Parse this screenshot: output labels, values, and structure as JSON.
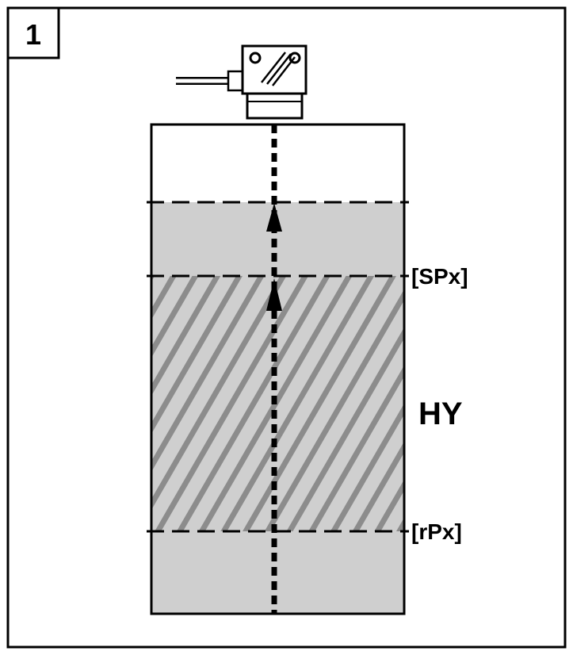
{
  "figure_number": "1",
  "labels": {
    "setpoint": "[SPx]",
    "resetpoint": "[rPx]",
    "hysteresis": "HY"
  },
  "colors": {
    "fill_gray": "#cfcfcf",
    "hatch_dark": "#8c8c8c",
    "line": "#000000",
    "background": "#ffffff"
  }
}
